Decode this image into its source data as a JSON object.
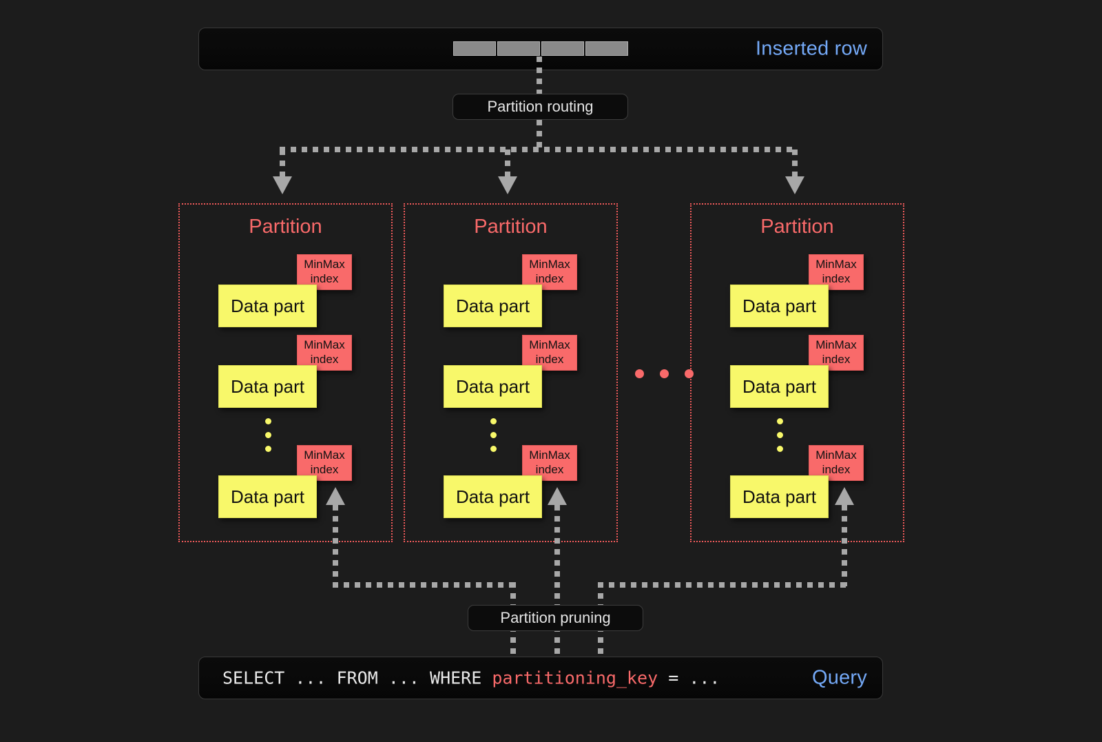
{
  "diagram": {
    "title": "ClickHouse partitioning: insert routing and partition pruning",
    "background_color": "#1c1c1c",
    "accent_blue": "#74a9f7",
    "accent_red": "#f96a6a",
    "accent_yellow": "#f8f86a",
    "connector_gray": "#a8a8a8"
  },
  "inserted_row": {
    "label": "Inserted row",
    "cell_count": 4,
    "cell_color": "#8a8a8a"
  },
  "partition_routing": {
    "label": "Partition routing"
  },
  "partitions": [
    {
      "title": "Partition",
      "data_parts": [
        {
          "label": "Data part",
          "index_label_line1": "MinMax",
          "index_label_line2": "index"
        },
        {
          "label": "Data part",
          "index_label_line1": "MinMax",
          "index_label_line2": "index"
        },
        {
          "label": "Data part",
          "index_label_line1": "MinMax",
          "index_label_line2": "index"
        }
      ],
      "vertical_ellipsis_dots": 3
    },
    {
      "title": "Partition",
      "data_parts": [
        {
          "label": "Data part",
          "index_label_line1": "MinMax",
          "index_label_line2": "index"
        },
        {
          "label": "Data part",
          "index_label_line1": "MinMax",
          "index_label_line2": "index"
        },
        {
          "label": "Data part",
          "index_label_line1": "MinMax",
          "index_label_line2": "index"
        }
      ],
      "vertical_ellipsis_dots": 3
    },
    {
      "title": "Partition",
      "data_parts": [
        {
          "label": "Data part",
          "index_label_line1": "MinMax",
          "index_label_line2": "index"
        },
        {
          "label": "Data part",
          "index_label_line1": "MinMax",
          "index_label_line2": "index"
        },
        {
          "label": "Data part",
          "index_label_line1": "MinMax",
          "index_label_line2": "index"
        }
      ],
      "vertical_ellipsis_dots": 3
    }
  ],
  "partition_ellipsis": {
    "dot_count": 3,
    "color": "#f96a6a"
  },
  "partition_pruning": {
    "label": "Partition pruning"
  },
  "query": {
    "label": "Query",
    "prefix": "SELECT ... FROM ... WHERE ",
    "key": "partitioning_key",
    "suffix": " = ..."
  }
}
